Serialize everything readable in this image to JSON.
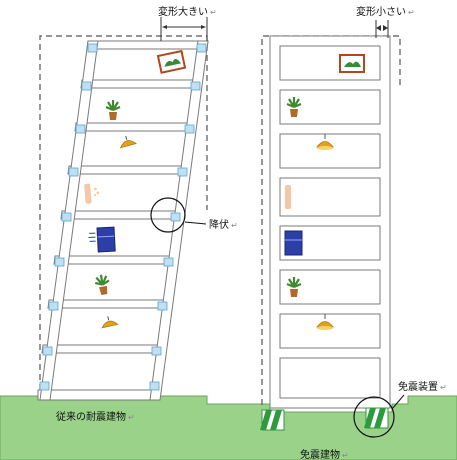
{
  "labels": {
    "deform_large": "変形大きい",
    "deform_small": "変形小さい",
    "yield": "降伏",
    "isolation_device": "免震装置",
    "conventional_building": "従来の耐震建物",
    "isolated_building": "免震建物"
  },
  "marks": {
    "return_mark": "↵"
  },
  "colors": {
    "ground": "#9ad28a",
    "ground_edge": "#6aa65a",
    "frame_stroke": "#7a7a7a",
    "joint": "#bfe0f2",
    "joint_stroke": "#5aa6d0",
    "isolator": "#2e9a3e",
    "frame_fill": "#ffffff"
  },
  "icons": [
    "picture-frame-icon",
    "potted-plant-icon",
    "ceiling-lamp-icon",
    "bottle-icon",
    "refrigerator-icon"
  ]
}
